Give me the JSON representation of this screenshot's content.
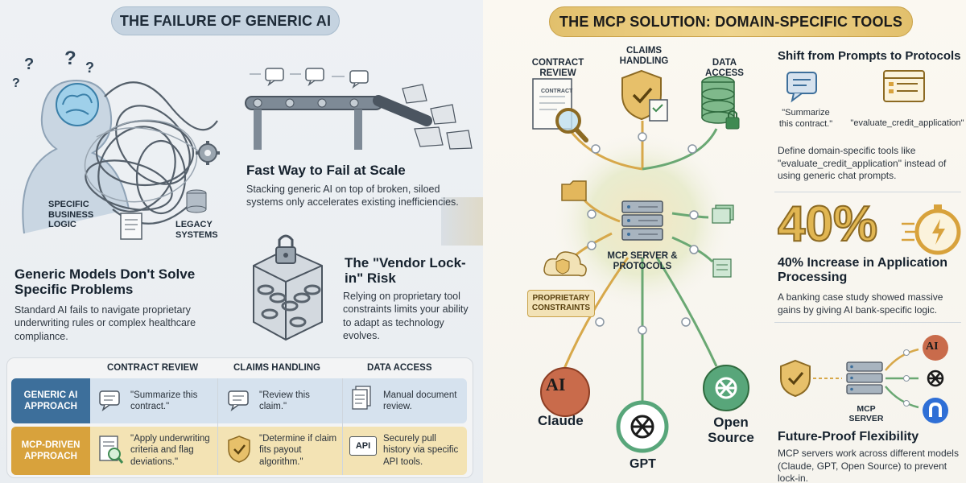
{
  "left": {
    "title": "THE FAILURE OF GENERIC AI",
    "labels": {
      "specific_logic": "SPECIFIC BUSINESS LOGIC",
      "legacy": "LEGACY SYSTEMS"
    },
    "generic_models": {
      "heading": "Generic Models Don't Solve Specific Problems",
      "body": "Standard AI fails to navigate proprietary underwriting rules or complex healthcare compliance."
    },
    "fail_scale": {
      "heading": "Fast Way to Fail at Scale",
      "body": "Stacking generic AI on top of broken, siloed systems only accelerates existing inefficiencies."
    },
    "vendor_lockin": {
      "heading": "The \"Vendor Lock-in\" Risk",
      "body": "Relying on proprietary tool constraints limits your ability to adapt as technology evolves."
    },
    "table": {
      "columns": [
        "CONTRACT REVIEW",
        "CLAIMS HANDLING",
        "DATA ACCESS"
      ],
      "rows": [
        {
          "label": "GENERIC AI APPROACH",
          "cells": [
            "\"Summarize this contract.\"",
            "\"Review this claim.\"",
            "Manual document review."
          ]
        },
        {
          "label": "MCP-DRIVEN APPROACH",
          "cells": [
            "\"Apply underwriting criteria and flag deviations.\"",
            "\"Determine if claim fits payout algorithm.\"",
            "Securely pull history via specific API tools."
          ]
        }
      ],
      "api_text": "API"
    }
  },
  "right": {
    "title": "THE MCP SOLUTION: DOMAIN-SPECIFIC TOOLS",
    "nodes": {
      "contract_review": "CONTRACT REVIEW",
      "contract_doc": "CONTRACT",
      "claims_handling": "CLAIMS HANDLING",
      "data_access": "DATA ACCESS",
      "mcp_server": "MCP SERVER & PROTOCOLS",
      "proprietary": "PROPRIETARY CONSTRAINTS",
      "claude": "Claude",
      "gpt": "GPT",
      "open_source": "Open Source",
      "ai_logo": "AI"
    },
    "shift": {
      "heading": "Shift from Prompts to Protocols",
      "chip_prompt": "\"Summarize this contract.\"",
      "chip_tool": "\"evaluate_credit_application\"",
      "body": "Define domain-specific tools like \"evaluate_credit_application\" instead of using generic chat prompts."
    },
    "stat": {
      "value": "40%",
      "heading": "40% Increase in Application Processing",
      "body": "A banking case study showed massive gains by giving AI bank-specific logic."
    },
    "future": {
      "server_label": "MCP SERVER",
      "heading": "Future-Proof Flexibility",
      "body": "MCP servers work across different models (Claude, GPT, Open Source) to prevent lock-in."
    }
  },
  "colors": {
    "blue": "#3d6f9b",
    "gold": "#d8a23c",
    "green": "#5ca86f",
    "claude": "#c96b4b",
    "openai_green": "#58a67a"
  },
  "icons": [
    "brain-icon",
    "question-mark-icon",
    "gear-icon",
    "database-icon",
    "document-icon",
    "chat-bubble-icon",
    "conveyor-icon",
    "padlock-icon",
    "chain-icon",
    "shield-icon",
    "magnifier-icon",
    "folder-icon",
    "server-icon",
    "cloud-icon",
    "stopwatch-icon",
    "arrow-right-icon",
    "openai-logo-icon",
    "api-icon"
  ]
}
